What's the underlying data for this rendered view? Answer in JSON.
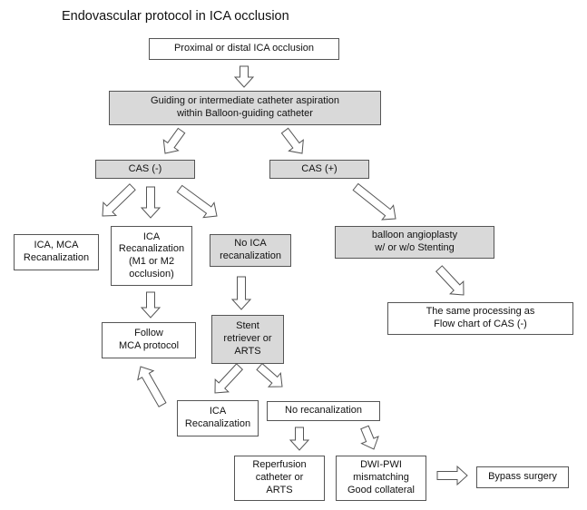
{
  "title": "Endovascular protocol in ICA occlusion",
  "nodes": {
    "proximal_distal": "Proximal  or distal ICA occlusion",
    "aspiration": "Guiding or intermediate catheter aspiration\nwithin Balloon-guiding catheter",
    "cas_neg": "CAS (-)",
    "cas_pos": "CAS (+)",
    "ica_mca": "ICA, MCA\nRecanalization",
    "ica_recan_m": "ICA\nRecanalization\n(M1 or M2\nocclusion)",
    "no_ica": "No ICA\nrecanalization",
    "balloon": "balloon angioplasty\nw/ or w/o Stenting",
    "same_processing": "The same processing as\nFlow chart of CAS (-)",
    "follow_mca": "Follow\nMCA protocol",
    "stent": "Stent\nretriever or\nARTS",
    "ica_recan": "ICA\nRecanalization",
    "no_recan": "No recanalization",
    "reperfusion": "Reperfusion\ncatheter or\nARTS",
    "dwi_pwi": "DWI-PWI\nmismatching\nGood collateral",
    "bypass": "Bypass surgery"
  }
}
